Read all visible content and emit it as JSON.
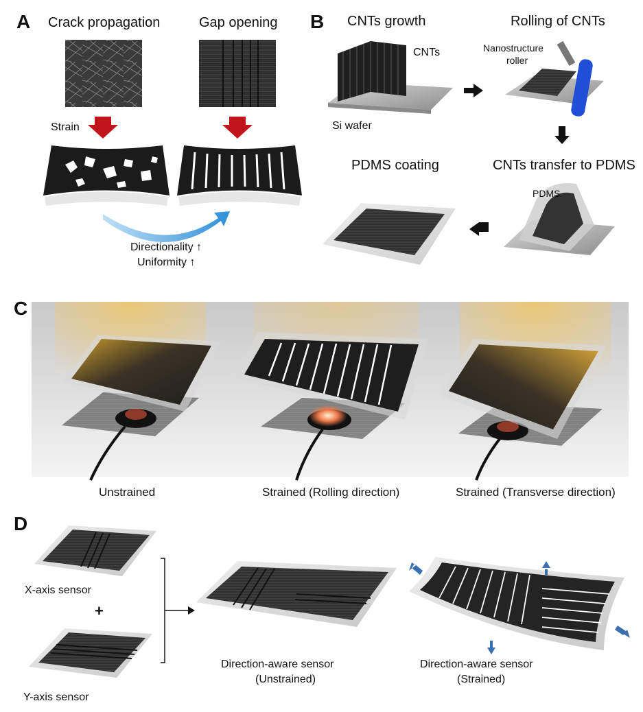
{
  "panels": {
    "a": {
      "letter": "A",
      "title_crack": "Crack propagation",
      "title_gap": "Gap opening",
      "strain_label": "Strain",
      "direction_line1": "Directionality ↑",
      "direction_line2": "Uniformity ↑"
    },
    "b": {
      "letter": "B",
      "step1": "CNTs growth",
      "step2": "Rolling of CNTs",
      "step3": "CNTs transfer to PDMS",
      "step4": "PDMS coating",
      "cnts_label": "CNTs",
      "wafer_label": "Si wafer",
      "roller_line1": "Nanostructure",
      "roller_line2": "roller",
      "pdms_label": "PDMS"
    },
    "c": {
      "letter": "C",
      "captions": [
        "Unstrained",
        "Strained (Rolling direction)",
        "Strained (Transverse direction)"
      ]
    },
    "d": {
      "letter": "D",
      "x_sensor": "X-axis sensor",
      "plus": "+",
      "y_sensor": "Y-axis sensor",
      "unstrained_line1": "Direction-aware sensor",
      "unstrained_line2": "(Unstrained)",
      "strained_line1": "Direction-aware sensor",
      "strained_line2": "(Strained)"
    }
  },
  "colors": {
    "strain_arrow": "#c0161b",
    "curve_arrow": "#2e8fd8",
    "roller_blue": "#1f4fd8",
    "cnt_dark": "#2b2b2b",
    "wafer_gray": "#b9b9b9",
    "glow_amber": "#f0b43a",
    "led_red": "#e2553a",
    "stretch_arrow": "#3b6fb0"
  }
}
